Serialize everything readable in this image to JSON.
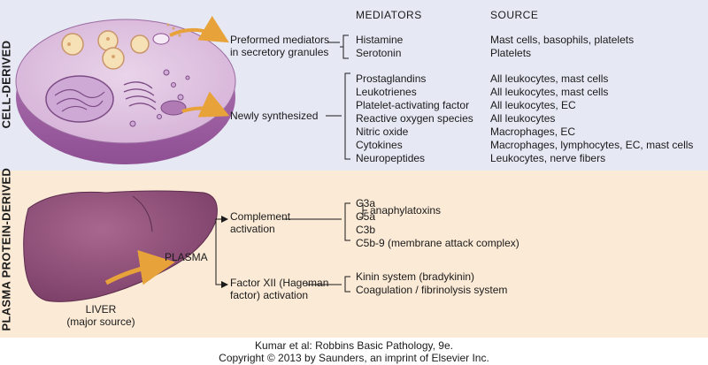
{
  "bands": {
    "cell": "CELL-DERIVED",
    "plasma": "PLASMA PROTEIN-DERIVED"
  },
  "headers": {
    "mediators": "MEDIATORS",
    "source": "SOURCE"
  },
  "preformed": {
    "label_line1": "Preformed mediators",
    "label_line2": "in secretory granules",
    "mediators": [
      "Histamine",
      "Serotonin"
    ],
    "sources": [
      "Mast cells, basophils, platelets",
      "Platelets"
    ]
  },
  "newly": {
    "label": "Newly synthesized",
    "mediators": [
      "Prostaglandins",
      "Leukotrienes",
      "Platelet-activating factor",
      "Reactive oxygen species",
      "Nitric oxide",
      "Cytokines",
      "Neuropeptides"
    ],
    "sources": [
      "All leukocytes, mast cells",
      "All leukocytes, mast cells",
      "All leukocytes, EC",
      "All leukocytes",
      "Macrophages, EC",
      "Macrophages, lymphocytes, EC, mast cells",
      "Leukocytes, nerve fibers"
    ]
  },
  "complement": {
    "label_line1": "Complement",
    "label_line2": "activation",
    "items": [
      "C3a",
      "C5a",
      "C3b",
      "C5b-9 (membrane attack complex)"
    ],
    "anaphylatoxins": "anaphylatoxins"
  },
  "factor": {
    "label_line1": "Factor XII (Hageman",
    "label_line2": "factor) activation",
    "items": [
      "Kinin system (bradykinin)",
      "Coagulation / fibrinolysis system"
    ]
  },
  "plasma_label": "PLASMA",
  "liver": {
    "line1": "LIVER",
    "line2": "(major source)"
  },
  "footer": {
    "line1": "Kumar et al: Robbins Basic Pathology, 9e.",
    "line2": "Copyright © 2013  by Saunders, an imprint of Elsevier Inc."
  },
  "colors": {
    "top_panel": "#e6e9f4",
    "bottom_panel": "#fbead6",
    "cell_purple": "#c58fc4",
    "liver": "#8e4f78",
    "arrow_orange": "#e8a23a"
  }
}
